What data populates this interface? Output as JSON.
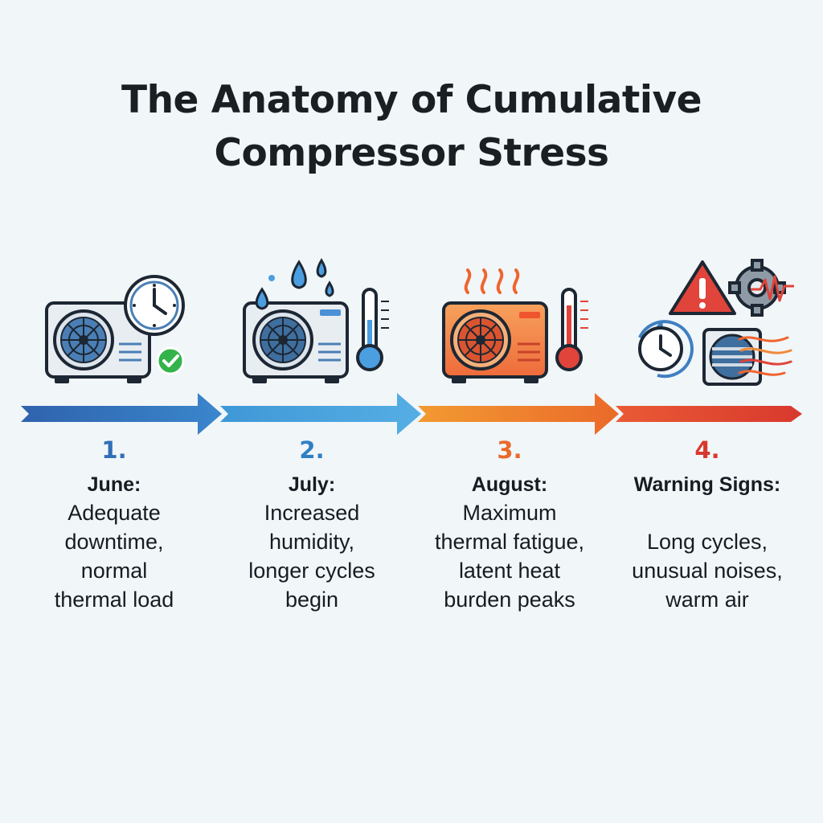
{
  "title": {
    "line1": "The Anatomy of Cumulative",
    "line2": "Compressor Stress"
  },
  "colors": {
    "background": "#f1f6f9",
    "stage1": "#2f6fb8",
    "stage2": "#3f98d6",
    "stage3": "#ea7a2c",
    "stage4": "#d8392e",
    "check": "#33b34a",
    "warning": "#e0443a"
  },
  "steps": [
    {
      "number": "1.",
      "heading": "June:",
      "text": [
        "Adequate",
        "downtime,",
        "normal",
        "thermal load"
      ],
      "icon": "ac-unit-clock-check-icon"
    },
    {
      "number": "2.",
      "heading": "July:",
      "text": [
        "Increased",
        "humidity,",
        "longer cycles",
        "begin"
      ],
      "icon": "ac-unit-water-drops-thermometer-icon"
    },
    {
      "number": "3.",
      "heading": "August:",
      "text": [
        "Maximum",
        "thermal fatigue,",
        "latent heat",
        "burden peaks"
      ],
      "icon": "hot-ac-unit-heat-waves-thermometer-icon"
    },
    {
      "number": "4.",
      "heading": "Warning Signs:",
      "text": [
        "Long cycles,",
        "unusual noises,",
        "warm air"
      ],
      "icon": "warning-gear-clock-fan-icon"
    }
  ]
}
